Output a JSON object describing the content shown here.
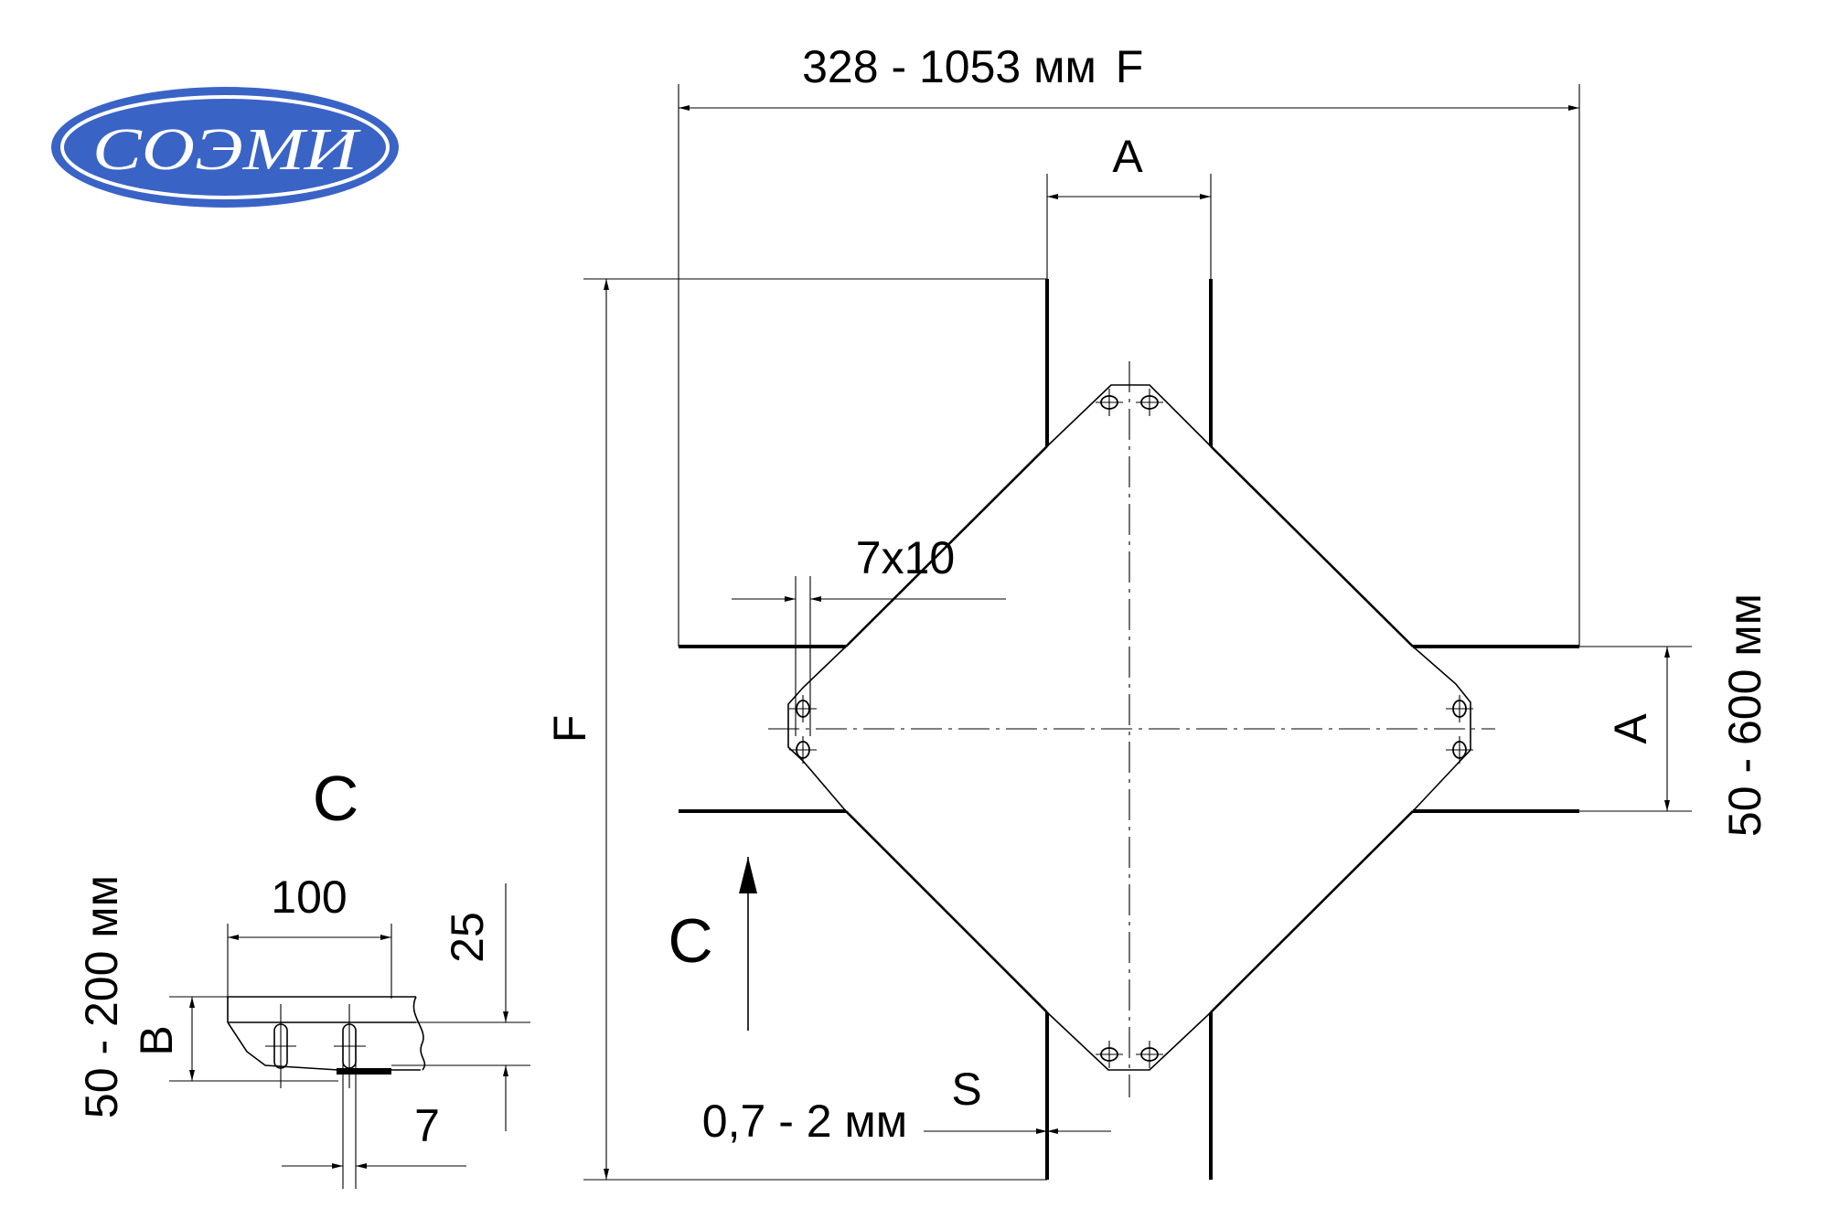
{
  "logo": {
    "text": "СОЭМИ",
    "fill_color": "#3a63c6",
    "ring_color": "#ffffff"
  },
  "dimensions": {
    "top_overall": "328 - 1053 мм",
    "top_overall_letter": "F",
    "top_neck": "A",
    "left_overall": "F",
    "right_neck_letter": "A",
    "right_neck_range": "50 - 600 мм",
    "slot": "7x10",
    "thickness_letter": "S",
    "thickness_range": "0,7 - 2 мм",
    "view_arrow": "C"
  },
  "detail_view": {
    "title": "C",
    "width": "100",
    "flange": "25",
    "slot_pitch": "7",
    "height_letter": "B",
    "height_range": "50 - 200 мм"
  }
}
